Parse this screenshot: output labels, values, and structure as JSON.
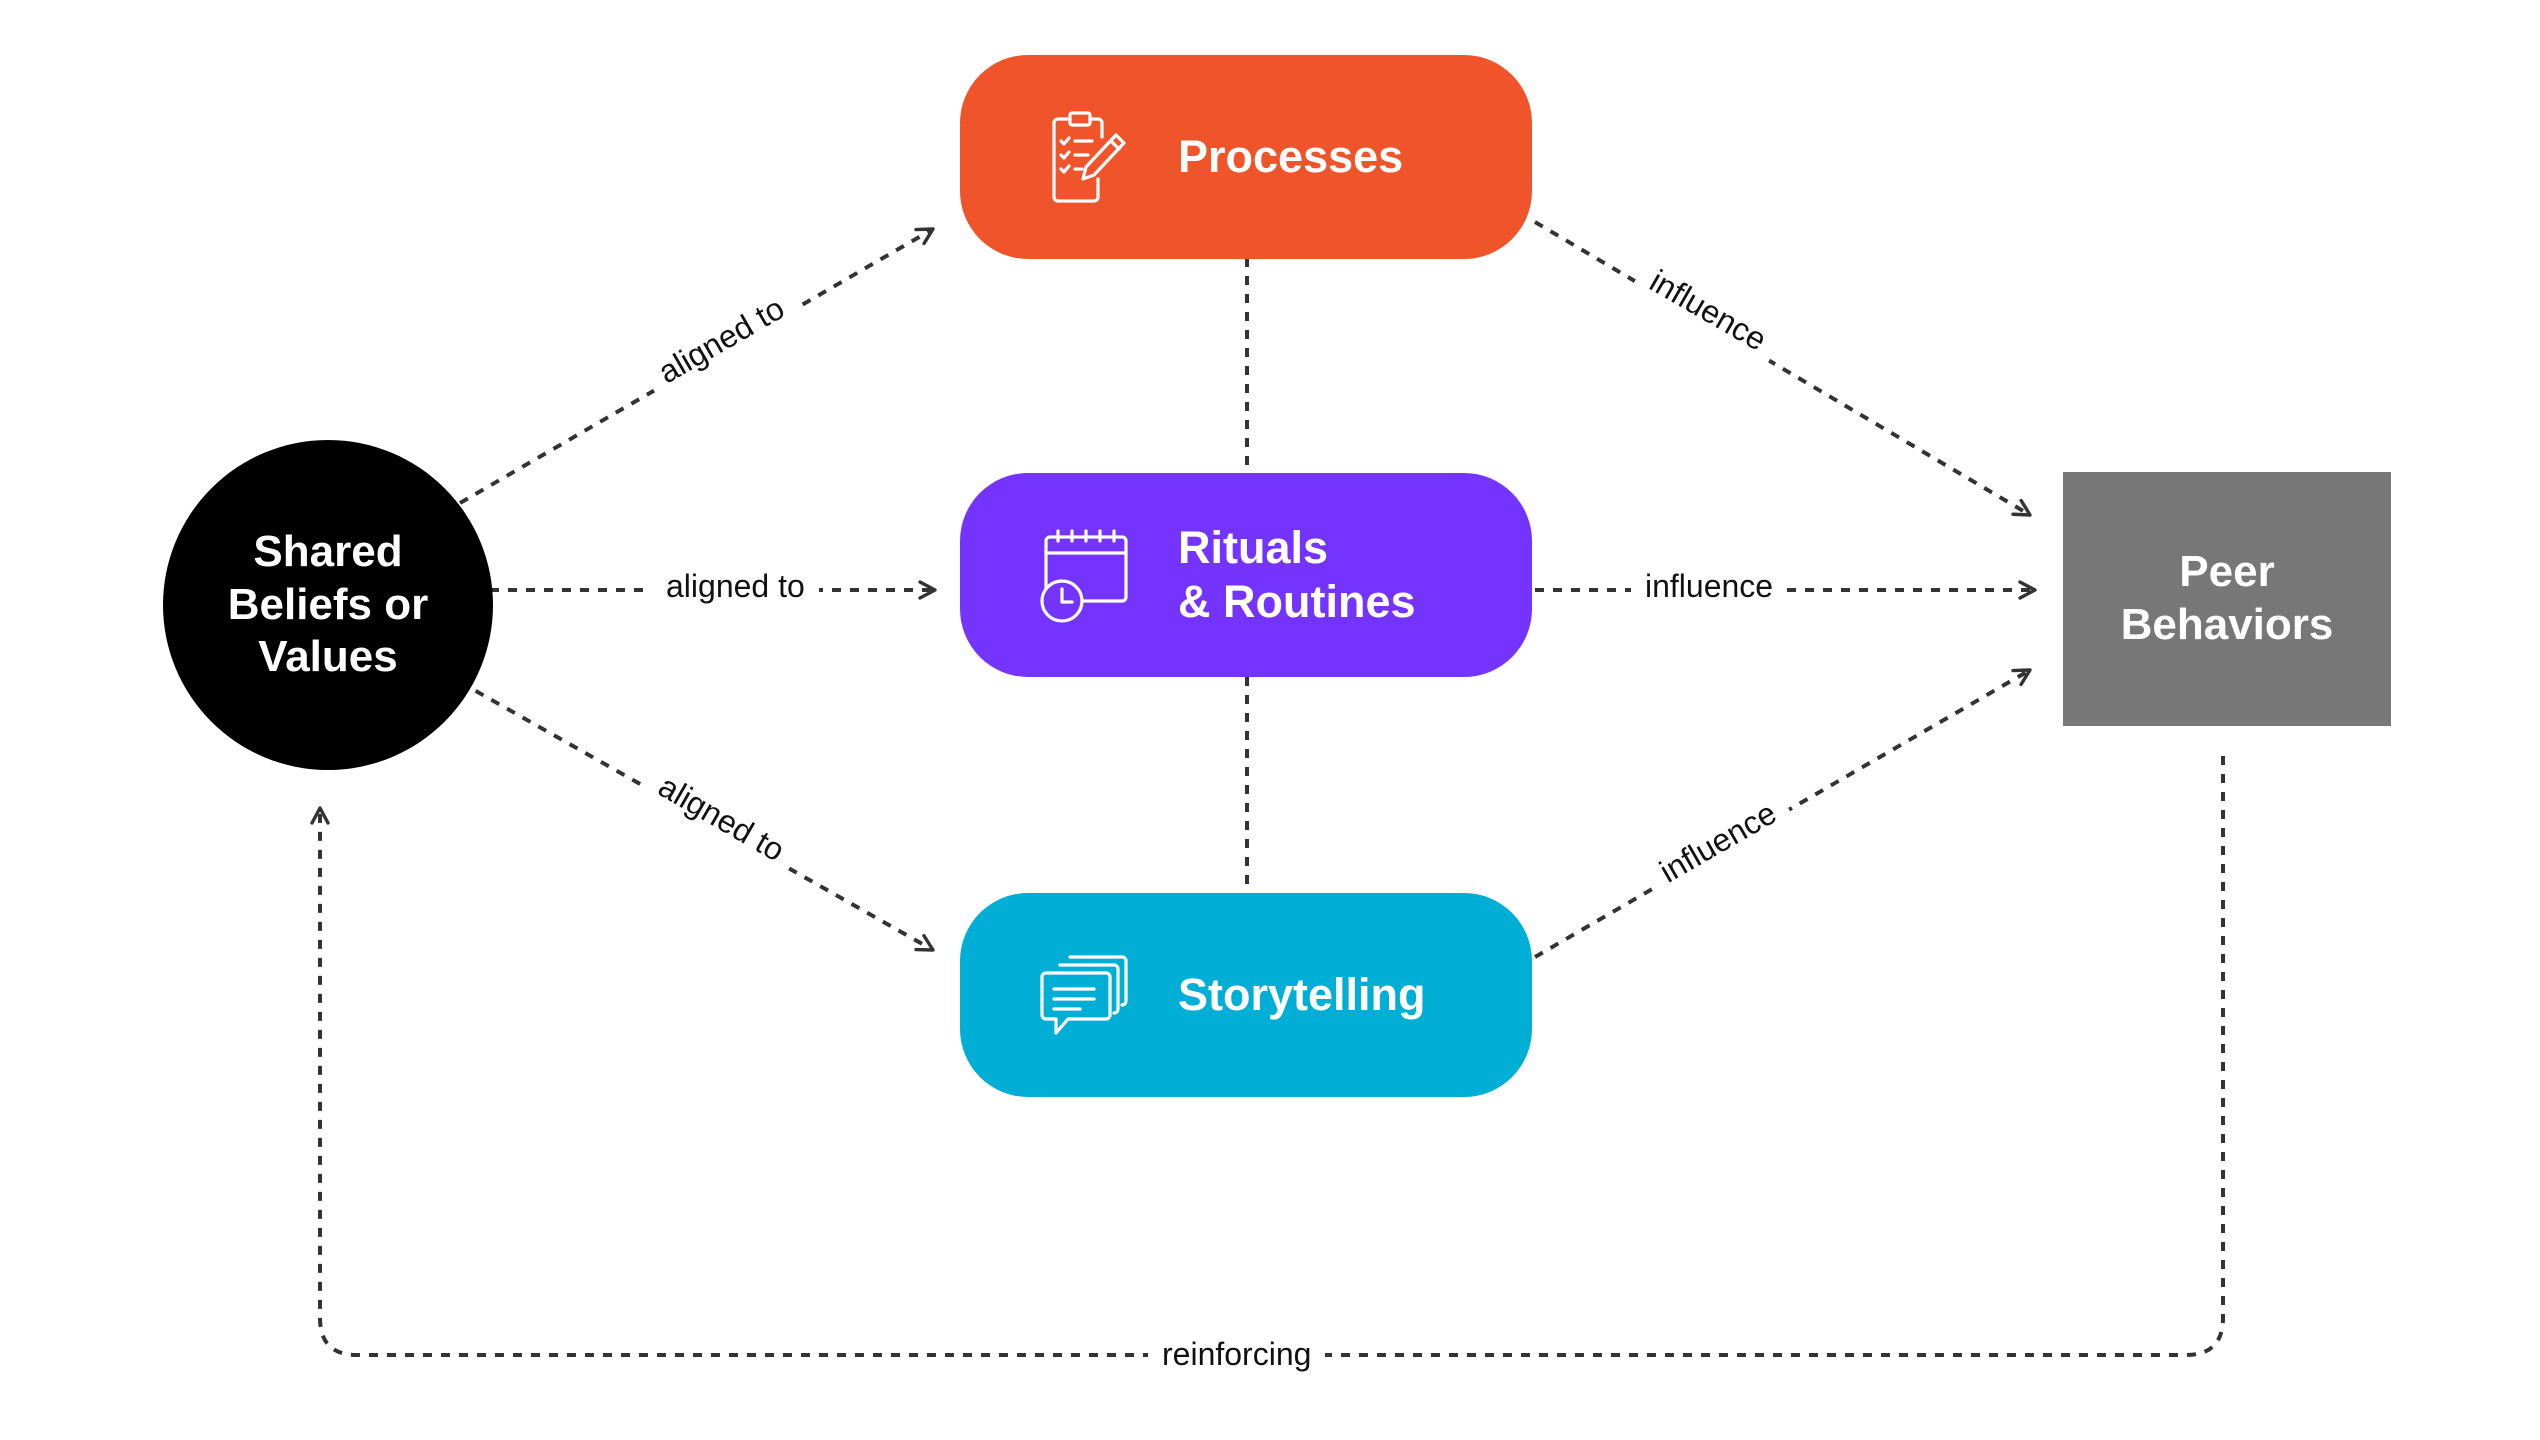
{
  "nodes": {
    "beliefs": {
      "line1": "Shared",
      "line2": "Beliefs or",
      "line3": "Values",
      "color": "#000000"
    },
    "processes": {
      "label": "Processes",
      "icon": "clipboard-checklist-pencil-icon",
      "color": "#EF542A"
    },
    "rituals": {
      "line1": "Rituals",
      "line2": "& Routines",
      "icon": "calendar-clock-icon",
      "color": "#7433FF"
    },
    "storytelling": {
      "label": "Storytelling",
      "icon": "speech-bubbles-icon",
      "color": "#00AED6"
    },
    "peer": {
      "line1": "Peer",
      "line2": "Behaviors",
      "color": "#777777"
    }
  },
  "edges": {
    "aligned_top": "aligned to",
    "aligned_mid": "aligned to",
    "aligned_bottom": "aligned to",
    "influence_top": "influence",
    "influence_mid": "influence",
    "influence_bottom": "influence",
    "reinforcing": "reinforcing"
  }
}
